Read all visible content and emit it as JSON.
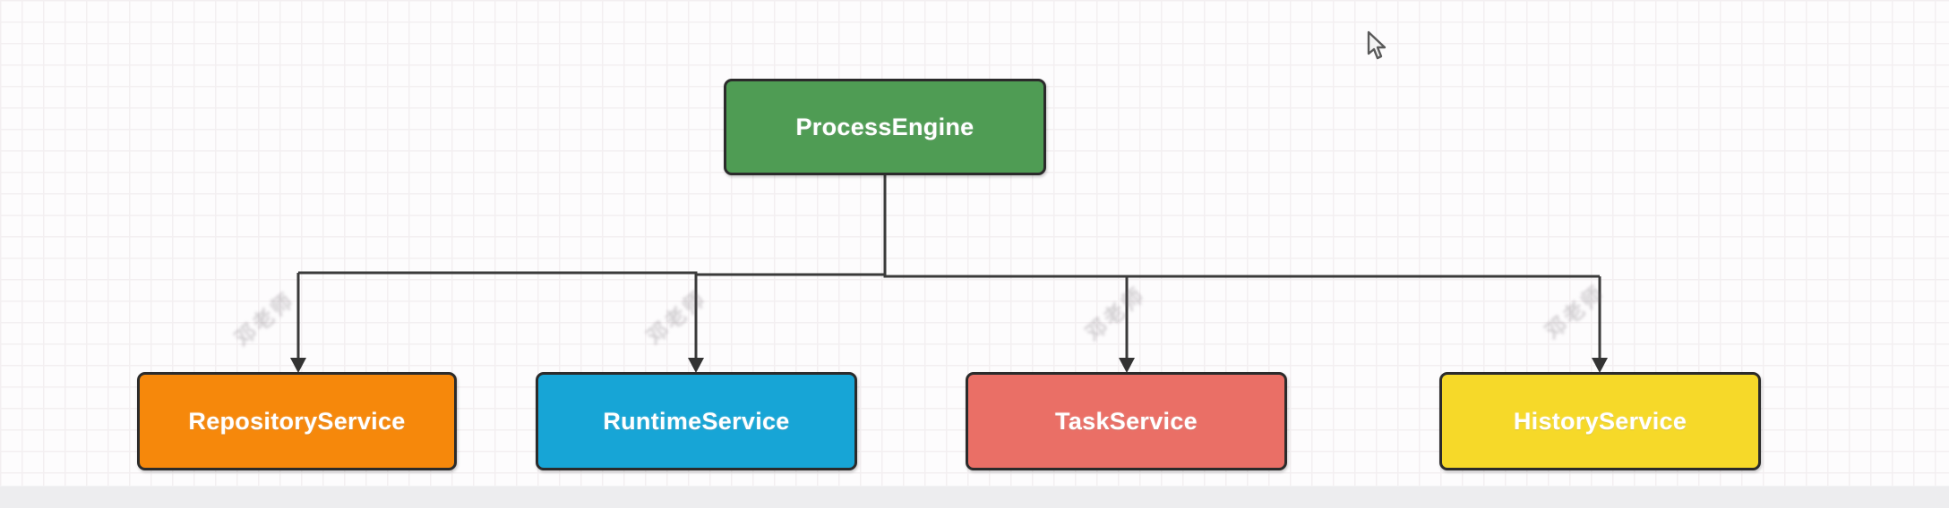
{
  "diagram": {
    "root": {
      "label": "ProcessEngine",
      "fill": "#4f9c54"
    },
    "children": [
      {
        "label": "RepositoryService",
        "fill": "#f6880b"
      },
      {
        "label": "RuntimeService",
        "fill": "#17a5d6"
      },
      {
        "label": "TaskService",
        "fill": "#ea6f66"
      },
      {
        "label": "HistoryService",
        "fill": "#f6d929"
      }
    ],
    "connector_color": "#3a3a3a",
    "node_text_color": "#ffffff",
    "node_border_color": "#2b2b2b"
  },
  "canvas": {
    "watermark_text": "邓老师",
    "grid_color": "#f3eff1",
    "bottom_strip_color": "#ededef"
  }
}
